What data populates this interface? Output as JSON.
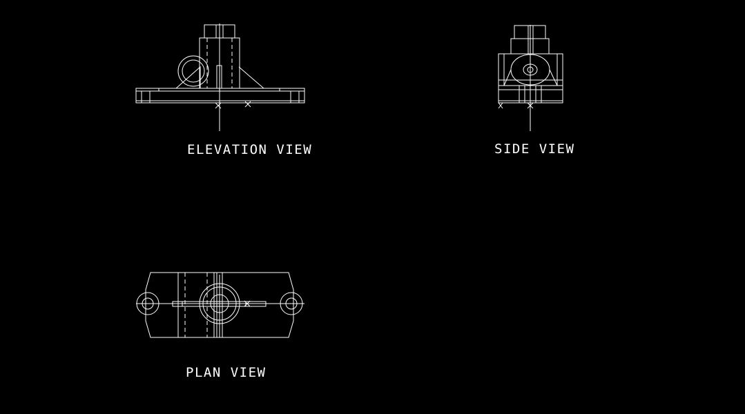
{
  "drawing": {
    "background": "#000000",
    "line_color": "#ffffff"
  },
  "views": {
    "elevation": {
      "label": "ELEVATION VIEW"
    },
    "side": {
      "label": "SIDE VIEW"
    },
    "plan": {
      "label": "PLAN VIEW"
    }
  }
}
